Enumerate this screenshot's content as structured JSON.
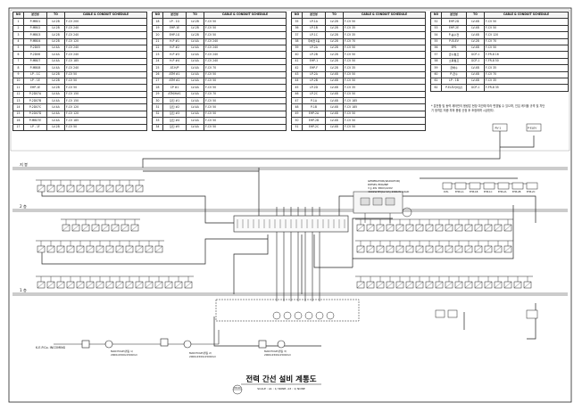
{
  "schedule_headers": {
    "no": "NO",
    "from": "분전명",
    "to": "TO",
    "cable": "CABLE & CONDUIT SCHEDULE"
  },
  "schedule_tables": [
    [
      [
        "1",
        "P-MB01",
        "LV-2B",
        "F-CV 200"
      ],
      [
        "2",
        "P-MB02",
        "LV-2B",
        "F-CV 240"
      ],
      [
        "3",
        "P-MB03",
        "LV-2B",
        "F-CV 240"
      ],
      [
        "4",
        "P-MB04",
        "LV-2B",
        "F-CV 120"
      ],
      [
        "5",
        "P-2D05",
        "LV-4A",
        "F-CV 240"
      ],
      [
        "6",
        "P-2D06",
        "LV-4A",
        "F-CV 240"
      ],
      [
        "7",
        "P-MB07",
        "LV-4A",
        "F-CV 185"
      ],
      [
        "8",
        "P-MB08",
        "LV-4A",
        "F-CV 240"
      ],
      [
        "9",
        "LP - 1C",
        "LV-2B",
        "F-CV 50"
      ],
      [
        "10",
        "LP - 1E",
        "LV-2B",
        "F-CV 50"
      ],
      [
        "11",
        "EHP-1E",
        "LV-2B",
        "F-CV 50"
      ],
      [
        "12",
        "P-2D07A",
        "LV-4A",
        "F-CV 150"
      ],
      [
        "13",
        "P-2D07B",
        "LV-4A",
        "F-CV 150"
      ],
      [
        "14",
        "P-2D07C",
        "LV-4A",
        "F-CV 120"
      ],
      [
        "15",
        "P-2D07D",
        "LV-4A",
        "F-CV 120"
      ],
      [
        "16",
        "P-MB07E",
        "LV-4A",
        "F-CV 185"
      ],
      [
        "17",
        "LP - 1F",
        "LV-2B",
        "F-CV 50"
      ]
    ],
    [
      [
        "18",
        "LP - 1G",
        "LV-2B",
        "F-CV 50"
      ],
      [
        "19",
        "EHP-1E",
        "LV-2B",
        "F-CV 50"
      ],
      [
        "20",
        "EHP-1G",
        "LV-2B",
        "F-CV 50"
      ],
      [
        "21",
        "H-P #1",
        "LV-4A",
        "F-CV 240"
      ],
      [
        "22",
        "H-P #2",
        "LV-4A",
        "F-CV 240"
      ],
      [
        "23",
        "H-P #3",
        "LV-4A",
        "F-CV 240"
      ],
      [
        "24",
        "H-P #4",
        "LV-4A",
        "F-CV 240"
      ],
      [
        "25",
        "AT-H/P",
        "LV-4A",
        "F-CV 70"
      ],
      [
        "26",
        "ATM #1",
        "LV-4A",
        "F-CV 50"
      ],
      [
        "27",
        "ATM #2",
        "LV-4A",
        "F-CV 50"
      ],
      [
        "28",
        "CP #1",
        "LV-4A",
        "F-CV 50"
      ],
      [
        "29",
        "ATM/H#1",
        "LV-4A",
        "F-CV 70"
      ],
      [
        "30",
        "집진 #1",
        "LV-4A",
        "F-CV 50"
      ],
      [
        "31",
        "집진 #2",
        "LV-4A",
        "F-CV 50"
      ],
      [
        "32",
        "집진 #3",
        "LV-4A",
        "F-CV 50"
      ],
      [
        "33",
        "집진 #4",
        "LV-4A",
        "F-CV 50"
      ],
      [
        "34",
        "집진 #5",
        "LV-4A",
        "F-CV 50"
      ]
    ],
    [
      [
        "35",
        "LP-1A",
        "LV-2B",
        "F-CV 50"
      ],
      [
        "36",
        "LP-1B",
        "LV-2B",
        "F-CV 35"
      ],
      [
        "37",
        "LP-1C",
        "LV-2B",
        "F-CV 35"
      ],
      [
        "38",
        "주배전1층",
        "LV-2B",
        "F-CV 70"
      ],
      [
        "39",
        "LP-2A",
        "LV-2B",
        "F-CV 50"
      ],
      [
        "40",
        "LP-2B",
        "LV-2B",
        "F-CV 50"
      ],
      [
        "41",
        "EHP-1",
        "LV-2B",
        "F-CV 50"
      ],
      [
        "42",
        "EHP-F",
        "LV-2B",
        "F-CV 35"
      ],
      [
        "43",
        "LP-2A",
        "LV-4B",
        "F-CV 50"
      ],
      [
        "44",
        "LP-2B",
        "LV-4B",
        "F-CV 50"
      ],
      [
        "45",
        "LP-2D",
        "LV-4B",
        "F-CV 35"
      ],
      [
        "46",
        "LP-2C",
        "LV-4B",
        "F-CV 50"
      ],
      [
        "47",
        "P-1A",
        "LV-4B",
        "F-CV 185"
      ],
      [
        "48",
        "P-1B",
        "LV-4B",
        "F-CV 185"
      ],
      [
        "49",
        "EHP-2A",
        "LV-4B",
        "F-CV 50"
      ],
      [
        "50",
        "EHP-2B",
        "LV-4B",
        "F-CV 50"
      ],
      [
        "51",
        "EHP-2C",
        "LV-4B",
        "F-CV 50"
      ]
    ],
    [
      [
        "52",
        "EHP-2D",
        "LV-4B",
        "F-CV 50"
      ],
      [
        "53",
        "EHP-2E",
        "LV-4B",
        "F-CV 50"
      ],
      [
        "54",
        "P-송수전",
        "LV-4B",
        "F-CV 120"
      ],
      [
        "55",
        "P-ELEV",
        "LV-2B",
        "F-CV 70"
      ],
      [
        "56",
        "EPS",
        "LV-4B",
        "F-CV 50"
      ],
      [
        "57",
        "급수펌프",
        "GCP-1",
        "F-FR-8 16"
      ],
      [
        "58",
        "소화펌프",
        "GCP-1",
        "F-FR-8 50"
      ],
      [
        "59",
        "급배수",
        "LV-4B",
        "F-CV 35"
      ],
      [
        "60",
        "P-급수",
        "LV-4B",
        "F-CV 70"
      ],
      [
        "61",
        "LP - 1B",
        "LV-4B",
        "F-CV 35"
      ],
      [
        "62",
        "P-ELEV(비상)",
        "GCP-1",
        "F-FR-8 35"
      ]
    ]
  ],
  "schedule_note": "* 분전함 및 동력 제어반의 용량은 현장 여건에 따라 변경될 수 있으며, 인입 케이블 규격 및 차단기 정격은 최종 부하 용량 산정 후 조정하며 시공한다.",
  "floor_labels": [
    "지 붕",
    "2 층",
    "1 층"
  ],
  "generator_note": [
    "GENERATOR(RADIATOR)",
    "DIESEL ENGINE",
    "3 ∮ 4W 380V/220V",
    "400kW  BY(LV-4A) 200kW LOAD"
  ],
  "top_panels": [
    "RV-1",
    "P-ELEV"
  ],
  "roof_panels": [
    "P-EL",
    "EHP-1A",
    "EHP-1B",
    "EHP-1C",
    "EHP-2A",
    "EHP-2B",
    "EHP-2C"
  ],
  "kepco_label": "K.E.P.Co. INCOMING",
  "manholes": [
    "MAN HOLE(맨홀 1)",
    "MAN HOLE(맨홀 2)",
    "MAN HOLE(맨홀 3)"
  ],
  "manhole_size": "2000x1500x1500mm",
  "title": "전력 간선 설비 계통도",
  "scale": "SCALE : A1 : 1/ NONE, A3 : 1/ NONE",
  "sheet_no": "EP-00"
}
